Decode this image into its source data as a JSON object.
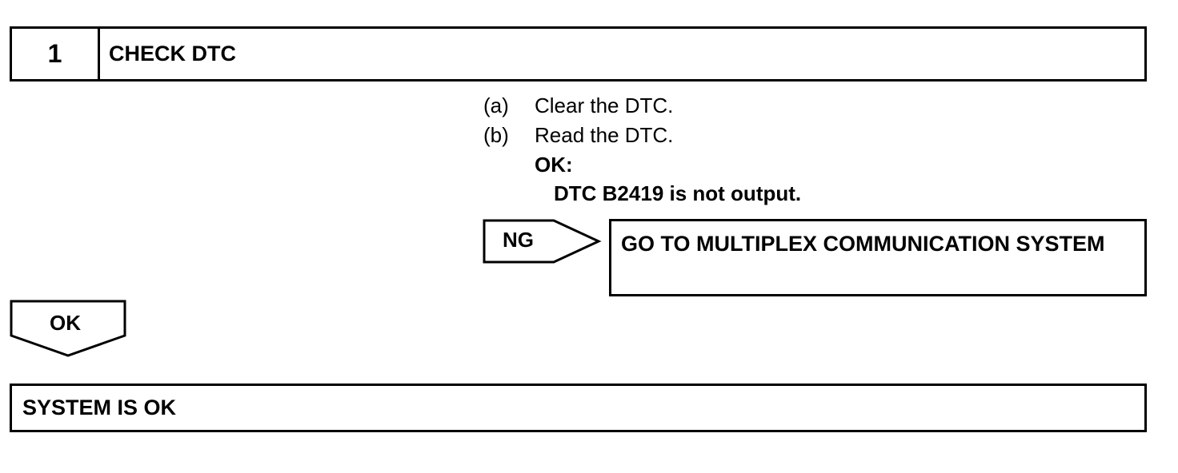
{
  "step": {
    "number": "1",
    "title": "CHECK DTC"
  },
  "instructions": [
    {
      "marker": "(a)",
      "text": "Clear the DTC."
    },
    {
      "marker": "(b)",
      "text": "Read the DTC."
    }
  ],
  "result": {
    "ok_label": "OK:",
    "ok_detail": "DTC B2419 is not output."
  },
  "ng_branch": {
    "label": "NG",
    "action": "GO TO MULTIPLEX COMMUNICATION SYSTEM"
  },
  "ok_branch": {
    "label": "OK",
    "action": "SYSTEM IS OK"
  }
}
